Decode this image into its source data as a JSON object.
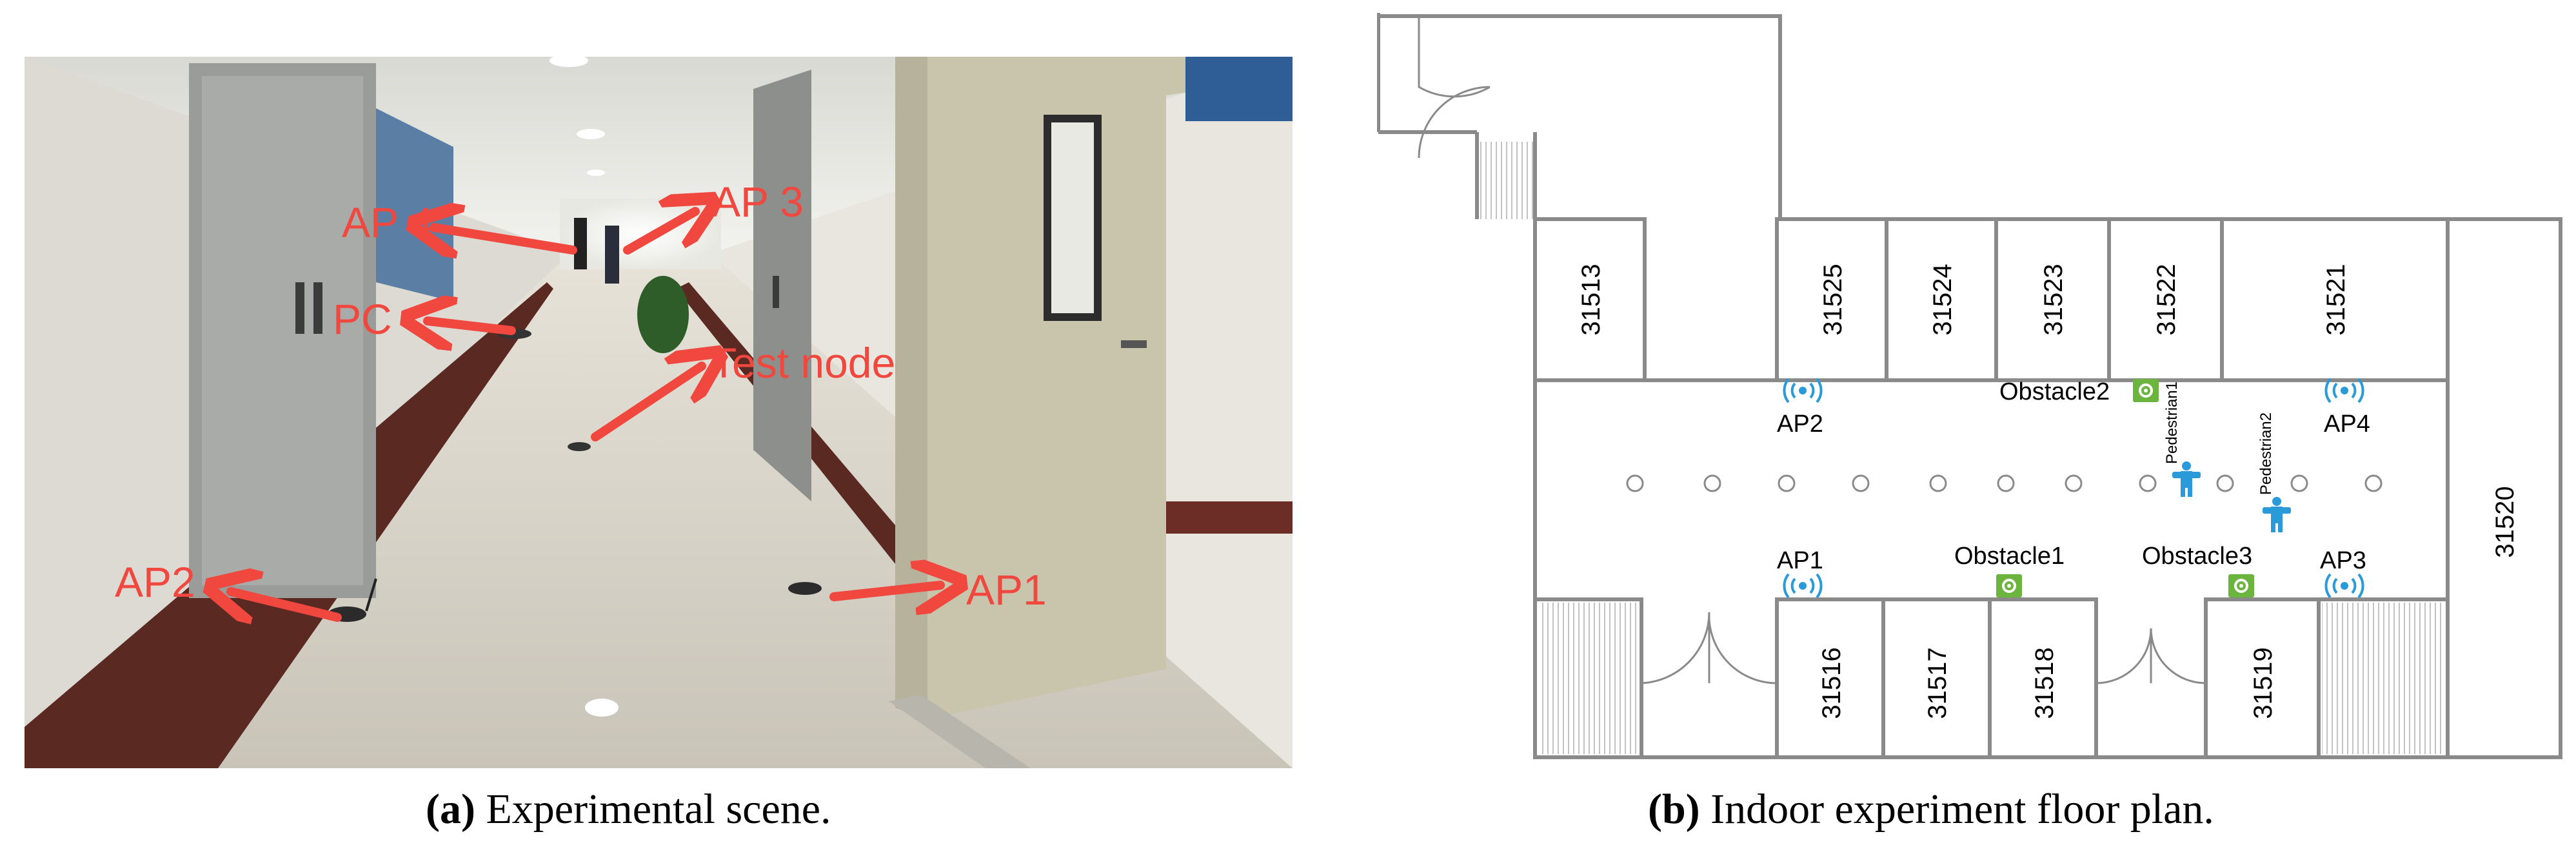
{
  "photo": {
    "labels": {
      "ap4": "AP 4",
      "ap3": "AP 3",
      "pc": "PC",
      "test_node": "Test node",
      "ap2": "AP2",
      "ap1": "AP1"
    },
    "annotation_color": "#f0473f"
  },
  "floor_plan": {
    "rooms": {
      "r31513": "31513",
      "r31525": "31525",
      "r31524": "31524",
      "r31523": "31523",
      "r31522": "31522",
      "r31521": "31521",
      "r31520": "31520",
      "r31516": "31516",
      "r31517": "31517",
      "r31518": "31518",
      "r31519": "31519"
    },
    "access_points": {
      "ap1": "AP1",
      "ap2": "AP2",
      "ap3": "AP3",
      "ap4": "AP4"
    },
    "obstacles": {
      "obstacle1": "Obstacle1",
      "obstacle2": "Obstacle2",
      "obstacle3": "Obstacle3"
    },
    "pedestrians": {
      "pedestrian1": "Pedestrian1",
      "pedestrian2": "Pedestrian2"
    },
    "colors": {
      "wall": "#8a8a8a",
      "ap_icon": "#2a9ad8",
      "obstacle_icon": "#6bb53f",
      "pedestrian_icon": "#2a9ad8"
    },
    "icons": [
      "wifi-icon",
      "recycle-icon",
      "person-icon"
    ]
  },
  "captions": {
    "a_letter": "(a)",
    "a_text": " Experimental scene.",
    "b_letter": "(b)",
    "b_text": " Indoor experiment floor plan."
  }
}
